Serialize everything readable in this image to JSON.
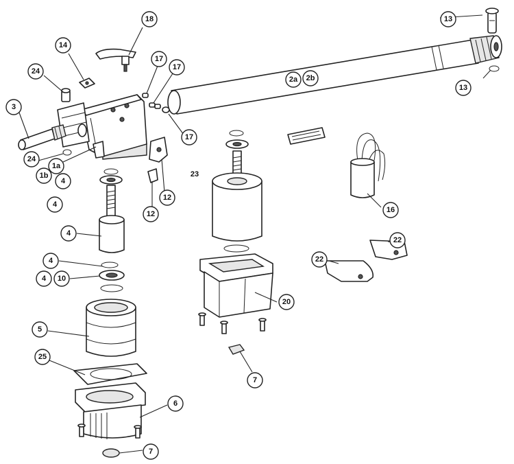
{
  "callouts": {
    "c18": "18",
    "c13_top": "13",
    "c14": "14",
    "c17_a": "17",
    "c17_b": "17",
    "c24_top": "24",
    "c2a": "2a",
    "c2b": "2b",
    "c13_side": "13",
    "c3": "3",
    "c17_c": "17",
    "c24_low": "24",
    "c1a": "1a",
    "c1b": "1b",
    "c4_a": "4",
    "c23": "23",
    "c12_a": "12",
    "c12_b": "12",
    "c4_b": "4",
    "c16": "16",
    "c4_c": "4",
    "c22_a": "22",
    "c22_b": "22",
    "c4_d": "4",
    "c4_e": "4",
    "c10": "10",
    "c20": "20",
    "c5": "5",
    "c25": "25",
    "c7_a": "7",
    "c6": "6",
    "c7_b": "7"
  },
  "part_icons": {
    "actuator_tube": "tube-icon",
    "motor_body": "cylinder-icon",
    "gearbox_housing": "housing-icon",
    "capacitor": "capacitor-icon",
    "bracket": "bracket-icon",
    "release_key": "key-icon"
  }
}
